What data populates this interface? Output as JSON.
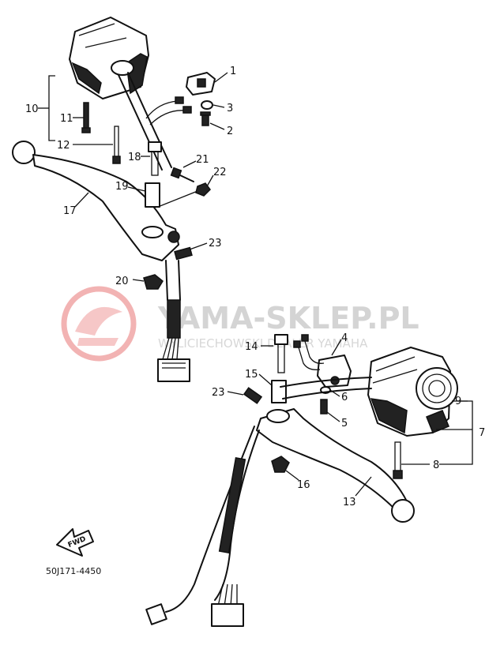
{
  "watermark": {
    "title": "YAMA-SKLEP.PL",
    "subtitle": "WYLICIECHOWSKI DEALER YAMAHA"
  },
  "diagram_code": "50J171-4450",
  "fwd_label": "FWD",
  "callouts": {
    "c1": "1",
    "c2": "2",
    "c3": "3",
    "c4": "4",
    "c5": "5",
    "c6": "6",
    "c7": "7",
    "c8": "8",
    "c9": "9",
    "c10": "10",
    "c11": "11",
    "c12": "12",
    "c13": "13",
    "c14": "14",
    "c15": "15",
    "c16": "16",
    "c17": "17",
    "c18": "18",
    "c19": "19",
    "c20": "20",
    "c21": "21",
    "c22": "22",
    "c23a": "23",
    "c23b": "23"
  }
}
